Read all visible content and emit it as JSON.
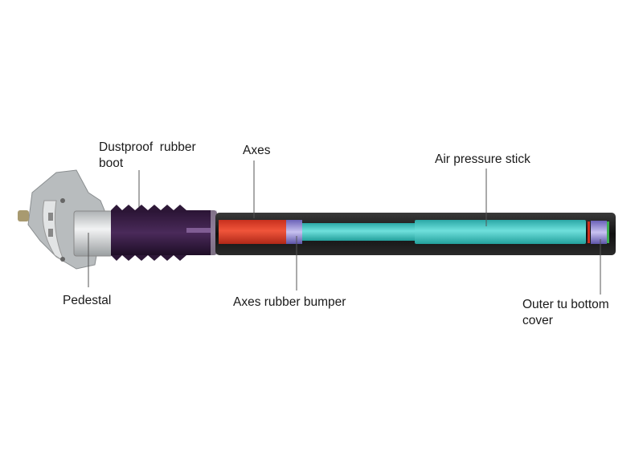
{
  "labels": {
    "boot_line1": "Dustproof  rubber",
    "boot_line2": "boot",
    "axes": "Axes",
    "air_pressure_stick": "Air pressure stick",
    "pedestal": "Pedestal",
    "axes_rubber_bumper": "Axes rubber bumper",
    "bottom_cover_line1": "Outer tu bottom",
    "bottom_cover_line2": "cover"
  },
  "colors": {
    "tube": "#1c1c1c",
    "axes": "#e8442c",
    "air_stick": "#3ec9c4",
    "bumper": "#8a80d0",
    "boot": "#2e1838",
    "pedestal": "#cfd2d4"
  }
}
